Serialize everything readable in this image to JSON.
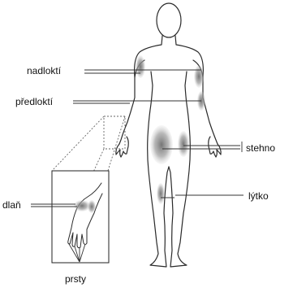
{
  "labels": {
    "upper_arm": "nadloktí",
    "forearm": "předloktí",
    "thigh": "stehno",
    "palm": "dlaň",
    "calf": "lýtko",
    "fingers": "prsty"
  },
  "colors": {
    "outline": "#2a2a2a",
    "line": "#333333",
    "highlight": "#7a7a7a",
    "highlight_soft": "#b8b8b8",
    "zoom_dash": "#666666"
  }
}
